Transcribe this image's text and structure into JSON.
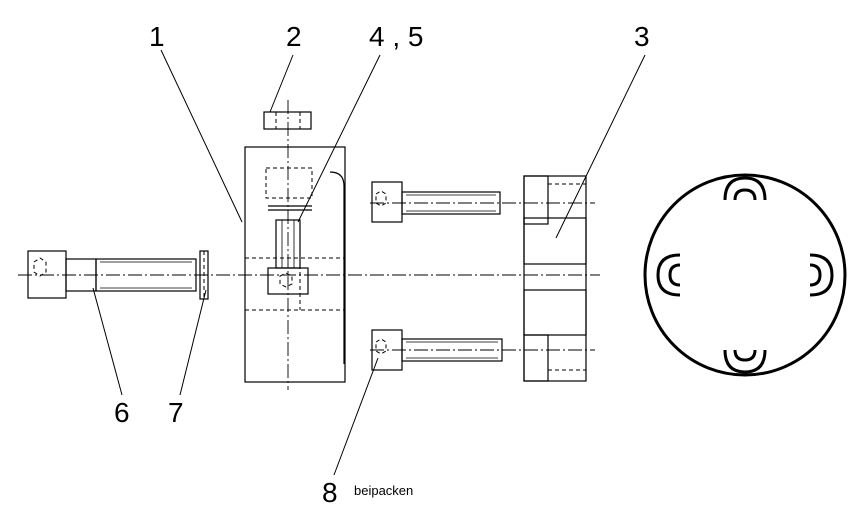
{
  "labels": {
    "part1": "1",
    "part2": "2",
    "part45": "4 , 5",
    "part3": "3",
    "part6": "6",
    "part7": "7",
    "part8": "8"
  },
  "note": "beipacken"
}
